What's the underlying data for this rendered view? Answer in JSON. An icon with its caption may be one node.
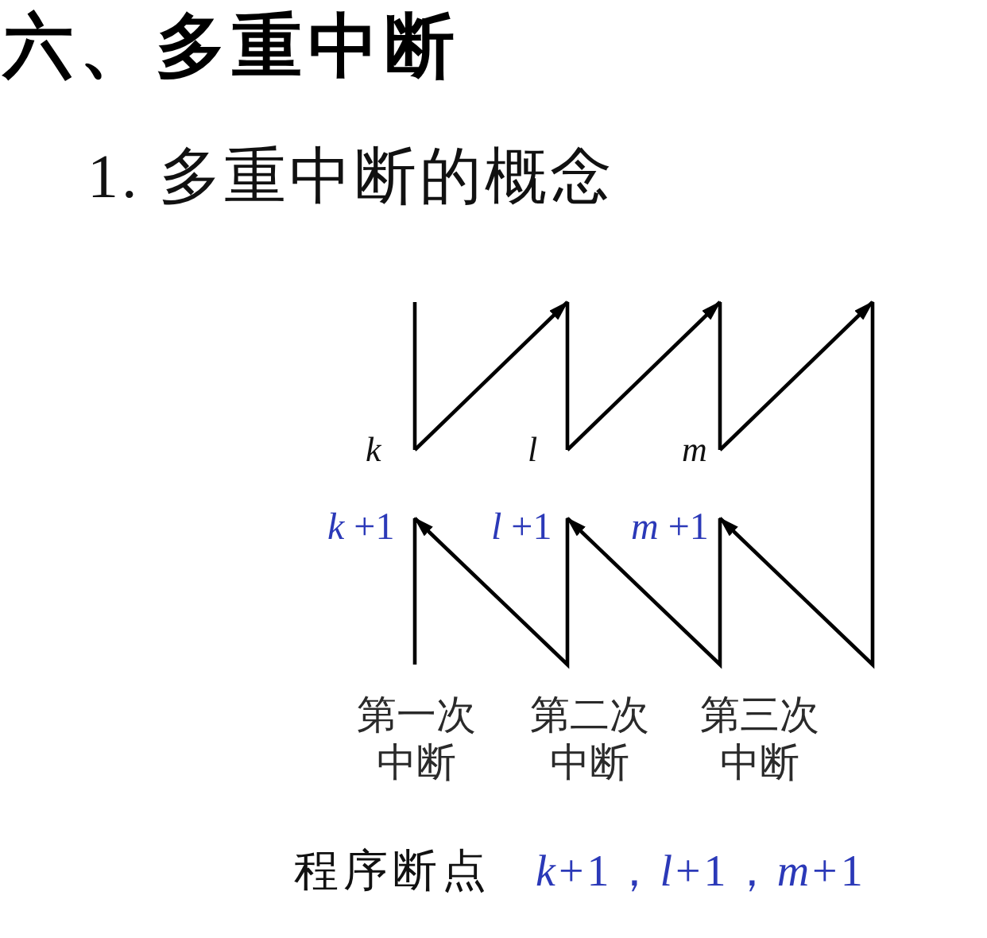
{
  "diagram": {
    "title": "六、多重中断",
    "nodes": [
      {
        "text": [
          "k"
        ]
      },
      {
        "text": [
          "l"
        ]
      },
      {
        "text": [
          "m"
        ]
      },
      {
        "text": [
          "*k* +1"
        ]
      },
      {
        "text": [
          "*l* +1"
        ]
      },
      {
        "text": [
          "*m* +1"
        ]
      }
    ],
    "edges": [
      {
        "from": null,
        "to": 0,
        "arrow": "none"
      },
      {
        "from": 0,
        "to": null,
        "arrow": "to"
      },
      {
        "from": null,
        "to": 1,
        "arrow": "none"
      },
      {
        "from": 1,
        "to": null,
        "arrow": "to"
      },
      {
        "from": null,
        "to": 2,
        "arrow": "none"
      },
      {
        "from": 2,
        "to": null,
        "arrow": "to"
      },
      {
        "from": null,
        "to": 5,
        "arrow": "to"
      },
      {
        "from": 5,
        "to": 4,
        "arrow": "to"
      },
      {
        "from": 4,
        "to": 3,
        "arrow": "to"
      },
      {
        "from": 3,
        "to": null,
        "arrow": "none"
      }
    ],
    "labels": [
      "1. 多重中断的概念",
      "第一次中断",
      "第二次中断",
      "第三次中断",
      "程序断点",
      "*k*+1，*l*+1，*m*+1"
    ]
  }
}
